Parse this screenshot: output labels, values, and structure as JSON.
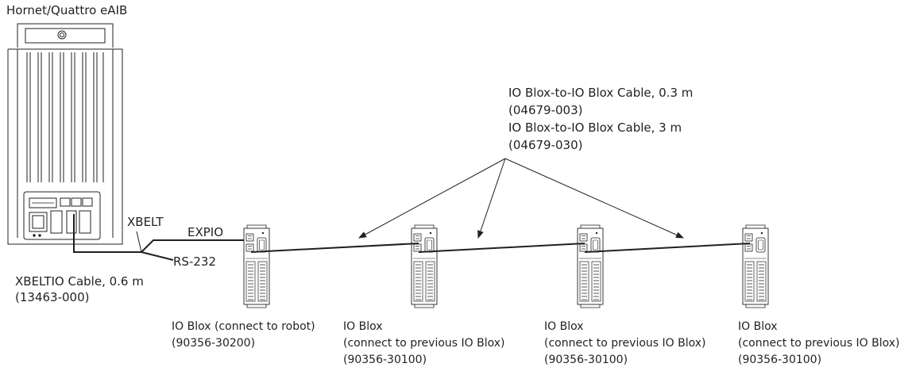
{
  "controller": {
    "title": "Hornet/Quattro eAIB"
  },
  "xbelt_cable": {
    "xbelt_label": "XBELT",
    "expio_label": "EXPIO",
    "rs232_label": "RS-232",
    "name": "XBELTIO Cable, 0.6 m",
    "part": "(13463-000)"
  },
  "blox_cable": {
    "short_name": "IO Blox-to-IO Blox Cable, 0.3 m",
    "short_part": "(04679-003)",
    "long_name": "IO Blox-to-IO Blox Cable, 3 m",
    "long_part": "(04679-030)"
  },
  "io_blox": [
    {
      "title": "IO Blox (connect to robot)",
      "note": "",
      "part": "(90356-30200)"
    },
    {
      "title": "IO Blox",
      "note": "(connect to previous IO Blox)",
      "part": "(90356-30100)"
    },
    {
      "title": "IO Blox",
      "note": "(connect to previous IO Blox)",
      "part": "(90356-30100)"
    },
    {
      "title": "IO Blox",
      "note": "(connect to previous IO Blox)",
      "part": "(90356-30100)"
    }
  ]
}
